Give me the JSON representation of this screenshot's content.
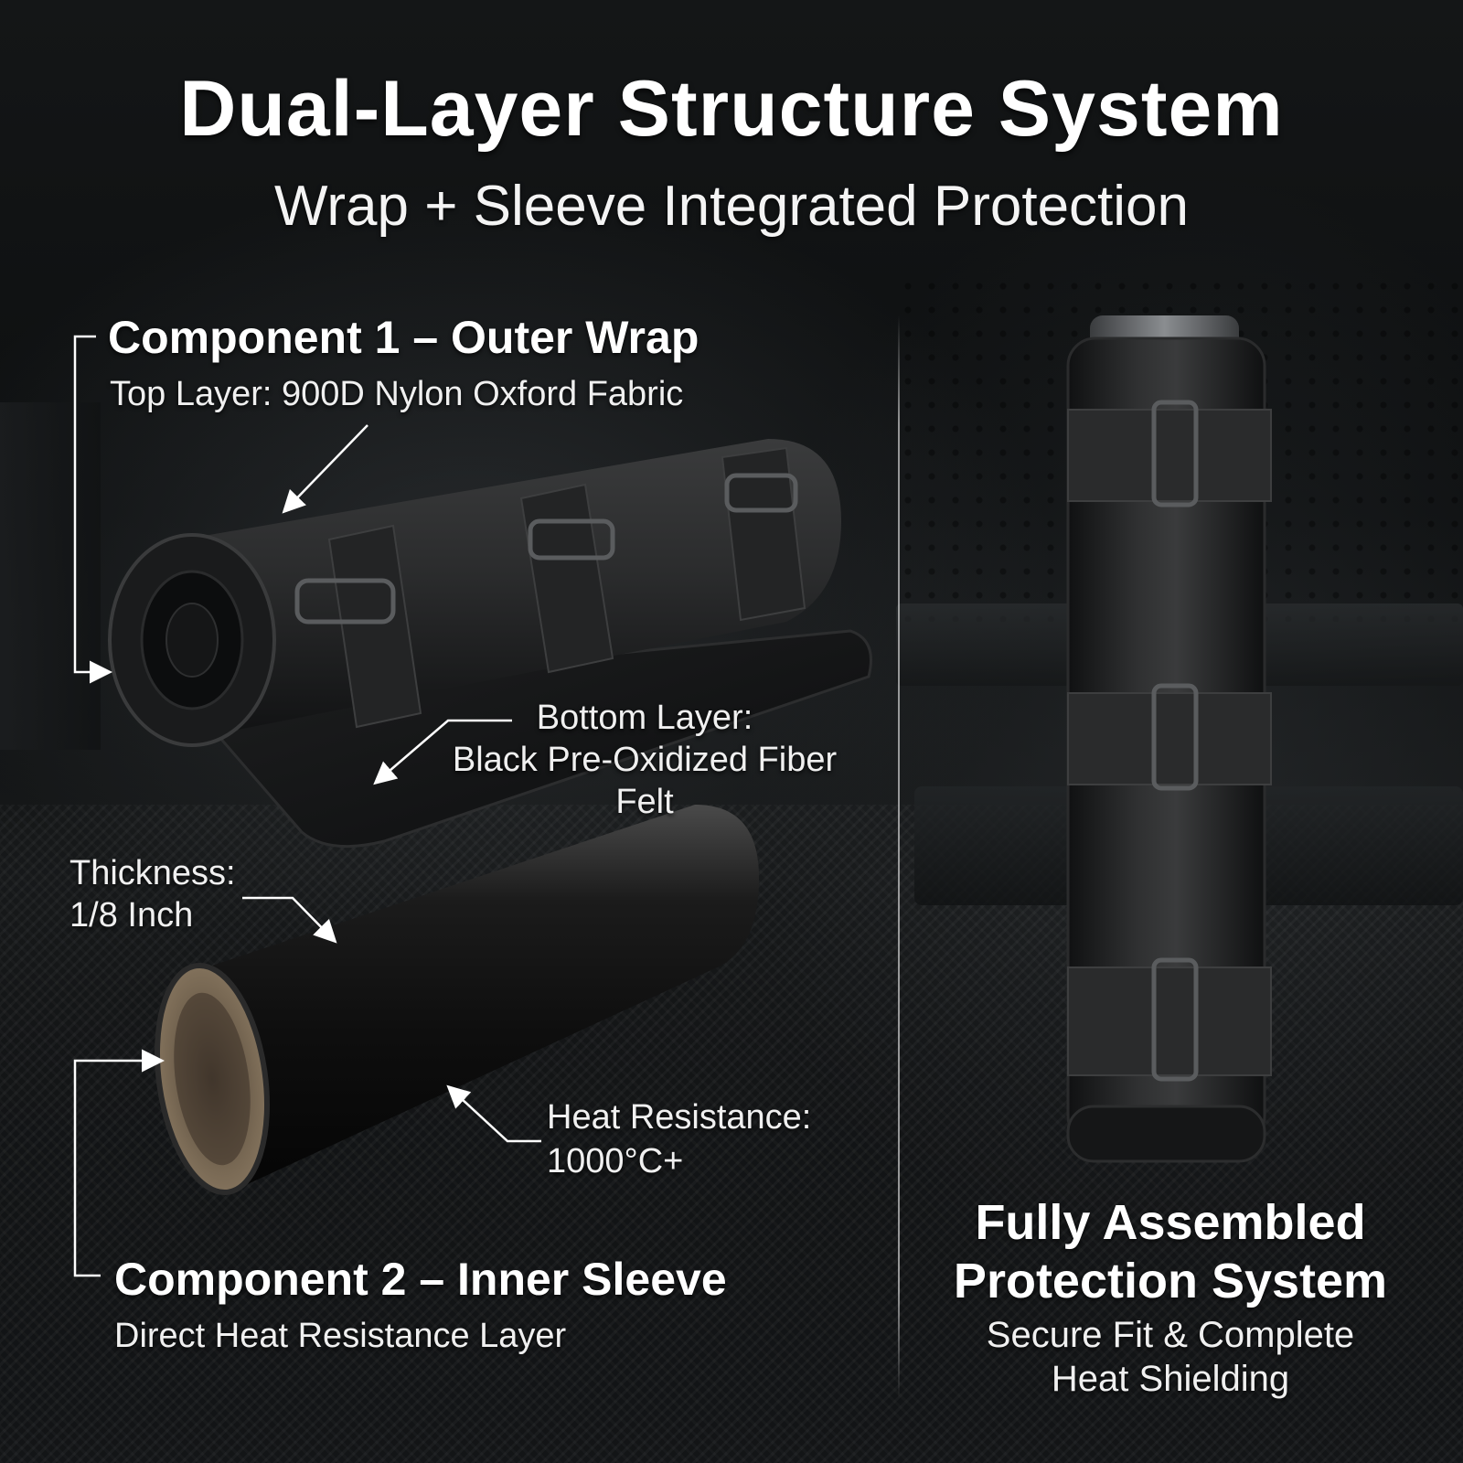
{
  "header": {
    "title": "Dual-Layer Structure System",
    "subtitle": "Wrap + Sleeve Integrated Protection"
  },
  "component1": {
    "title": "Component 1 – Outer Wrap",
    "top_layer": "Top Layer: 900D Nylon Oxford Fabric",
    "bottom_layer_line1": "Bottom Layer:",
    "bottom_layer_line2": "Black Pre-Oxidized Fiber Felt"
  },
  "thickness": {
    "line1": "Thickness:",
    "line2": "1/8 Inch"
  },
  "heat_resistance": {
    "line1": "Heat Resistance:",
    "line2": "1000°C+"
  },
  "component2": {
    "title": "Component 2 – Inner Sleeve",
    "subtitle": "Direct Heat Resistance Layer"
  },
  "assembled": {
    "line1": "Fully Assembled",
    "line2": "Protection System",
    "sub_line1": "Secure Fit & Complete",
    "sub_line2": "Heat Shielding"
  },
  "colors": {
    "background": "#0d0f10",
    "text": "#ffffff",
    "fabric": "#2a2b2c",
    "sleeve_inner": "#6b5b48"
  }
}
